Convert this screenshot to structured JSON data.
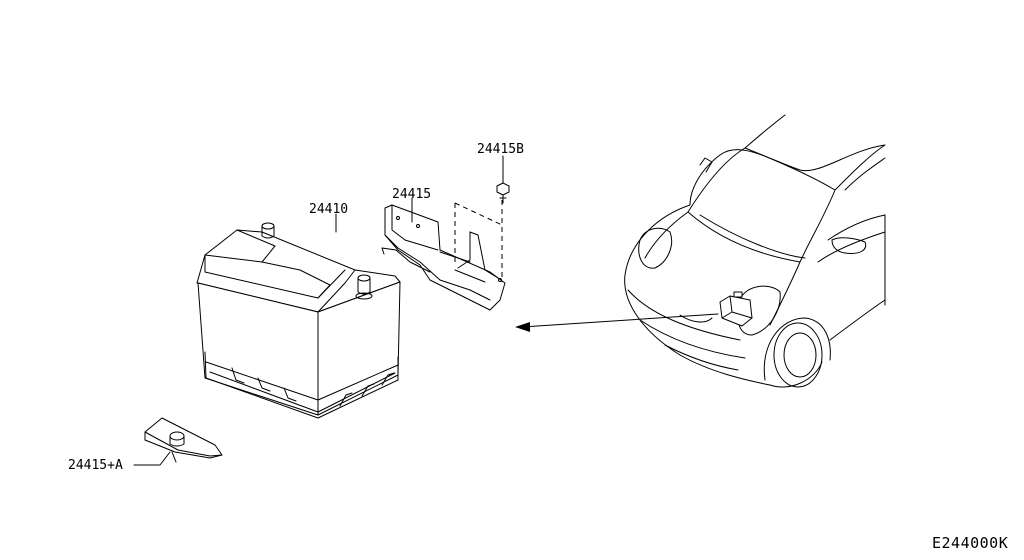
{
  "diagram": {
    "parts": [
      {
        "id": "battery",
        "label": "24410"
      },
      {
        "id": "battery-frame",
        "label": "24415"
      },
      {
        "id": "frame-bolt",
        "label": "24415B"
      },
      {
        "id": "hold-down-clamp",
        "label": "24415+A"
      }
    ],
    "drawing_code": "E244000K"
  }
}
